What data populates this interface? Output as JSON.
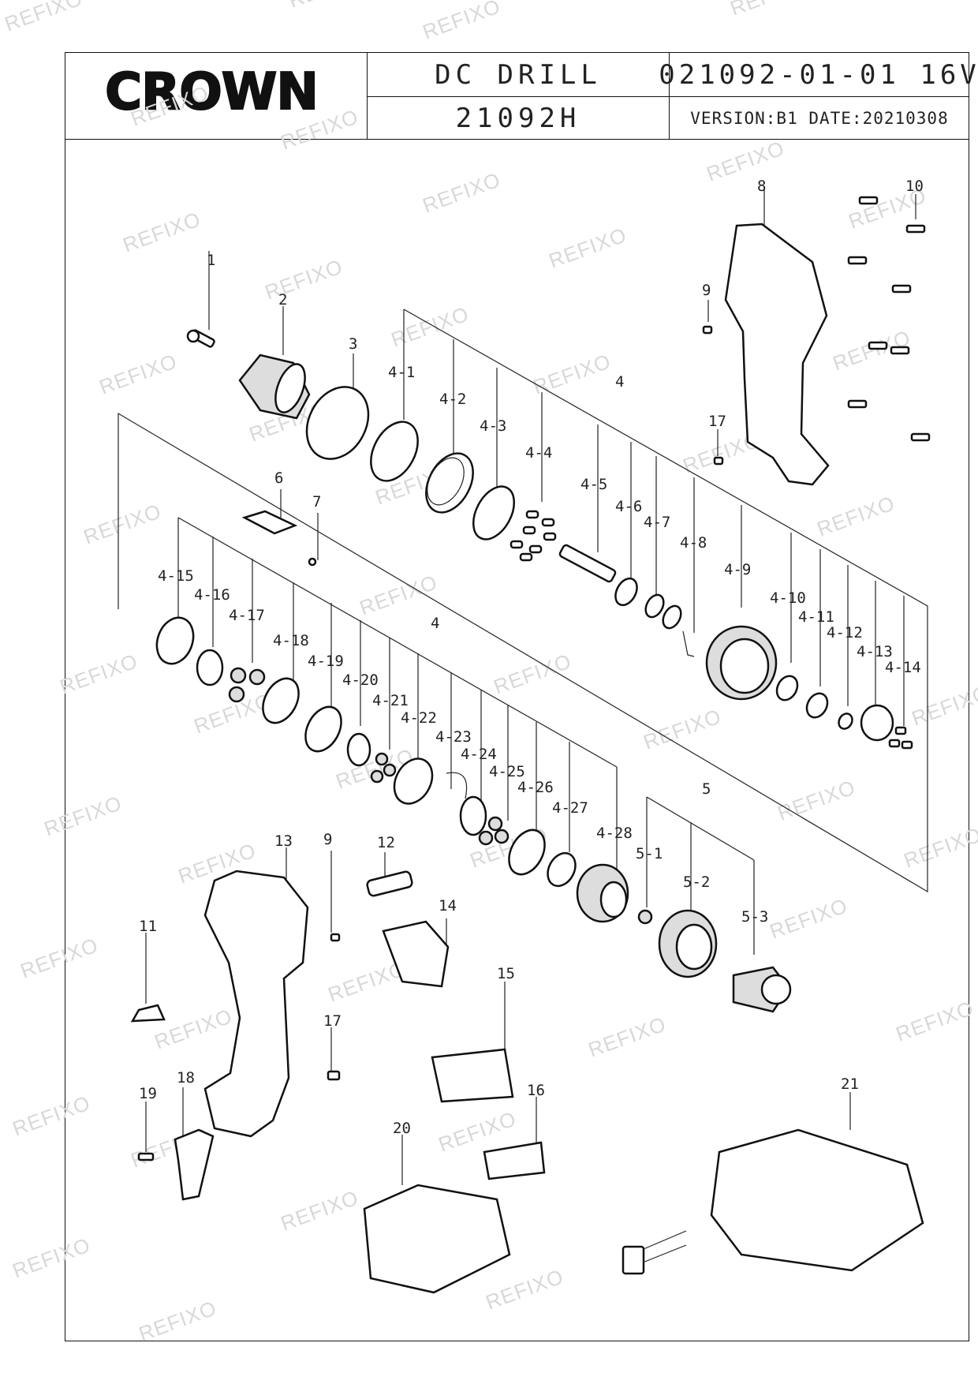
{
  "header": {
    "brand": "CROWN",
    "product_name": "DC DRILL",
    "model": "21092H",
    "part_code": "021092-01-01 16V",
    "version_date": "VERSION:B1 DATE:20210308"
  },
  "watermark": "REFIXO",
  "part_labels": [
    "1",
    "2",
    "3",
    "4",
    "4-1",
    "4-2",
    "4-3",
    "4-4",
    "4-5",
    "4-6",
    "4-7",
    "4-8",
    "4-9",
    "4-10",
    "4-11",
    "4-12",
    "4-13",
    "4-14",
    "4-15",
    "4-16",
    "4-17",
    "4-18",
    "4-19",
    "4-20",
    "4-21",
    "4-22",
    "4-23",
    "4-24",
    "4-25",
    "4-26",
    "4-27",
    "4-28",
    "5",
    "5-1",
    "5-2",
    "5-3",
    "6",
    "7",
    "8",
    "9",
    "10",
    "11",
    "12",
    "13",
    "14",
    "15",
    "16",
    "17",
    "18",
    "19",
    "20",
    "21"
  ],
  "second_labels": {
    "9b": "9",
    "17b": "17",
    "4b": "4"
  }
}
